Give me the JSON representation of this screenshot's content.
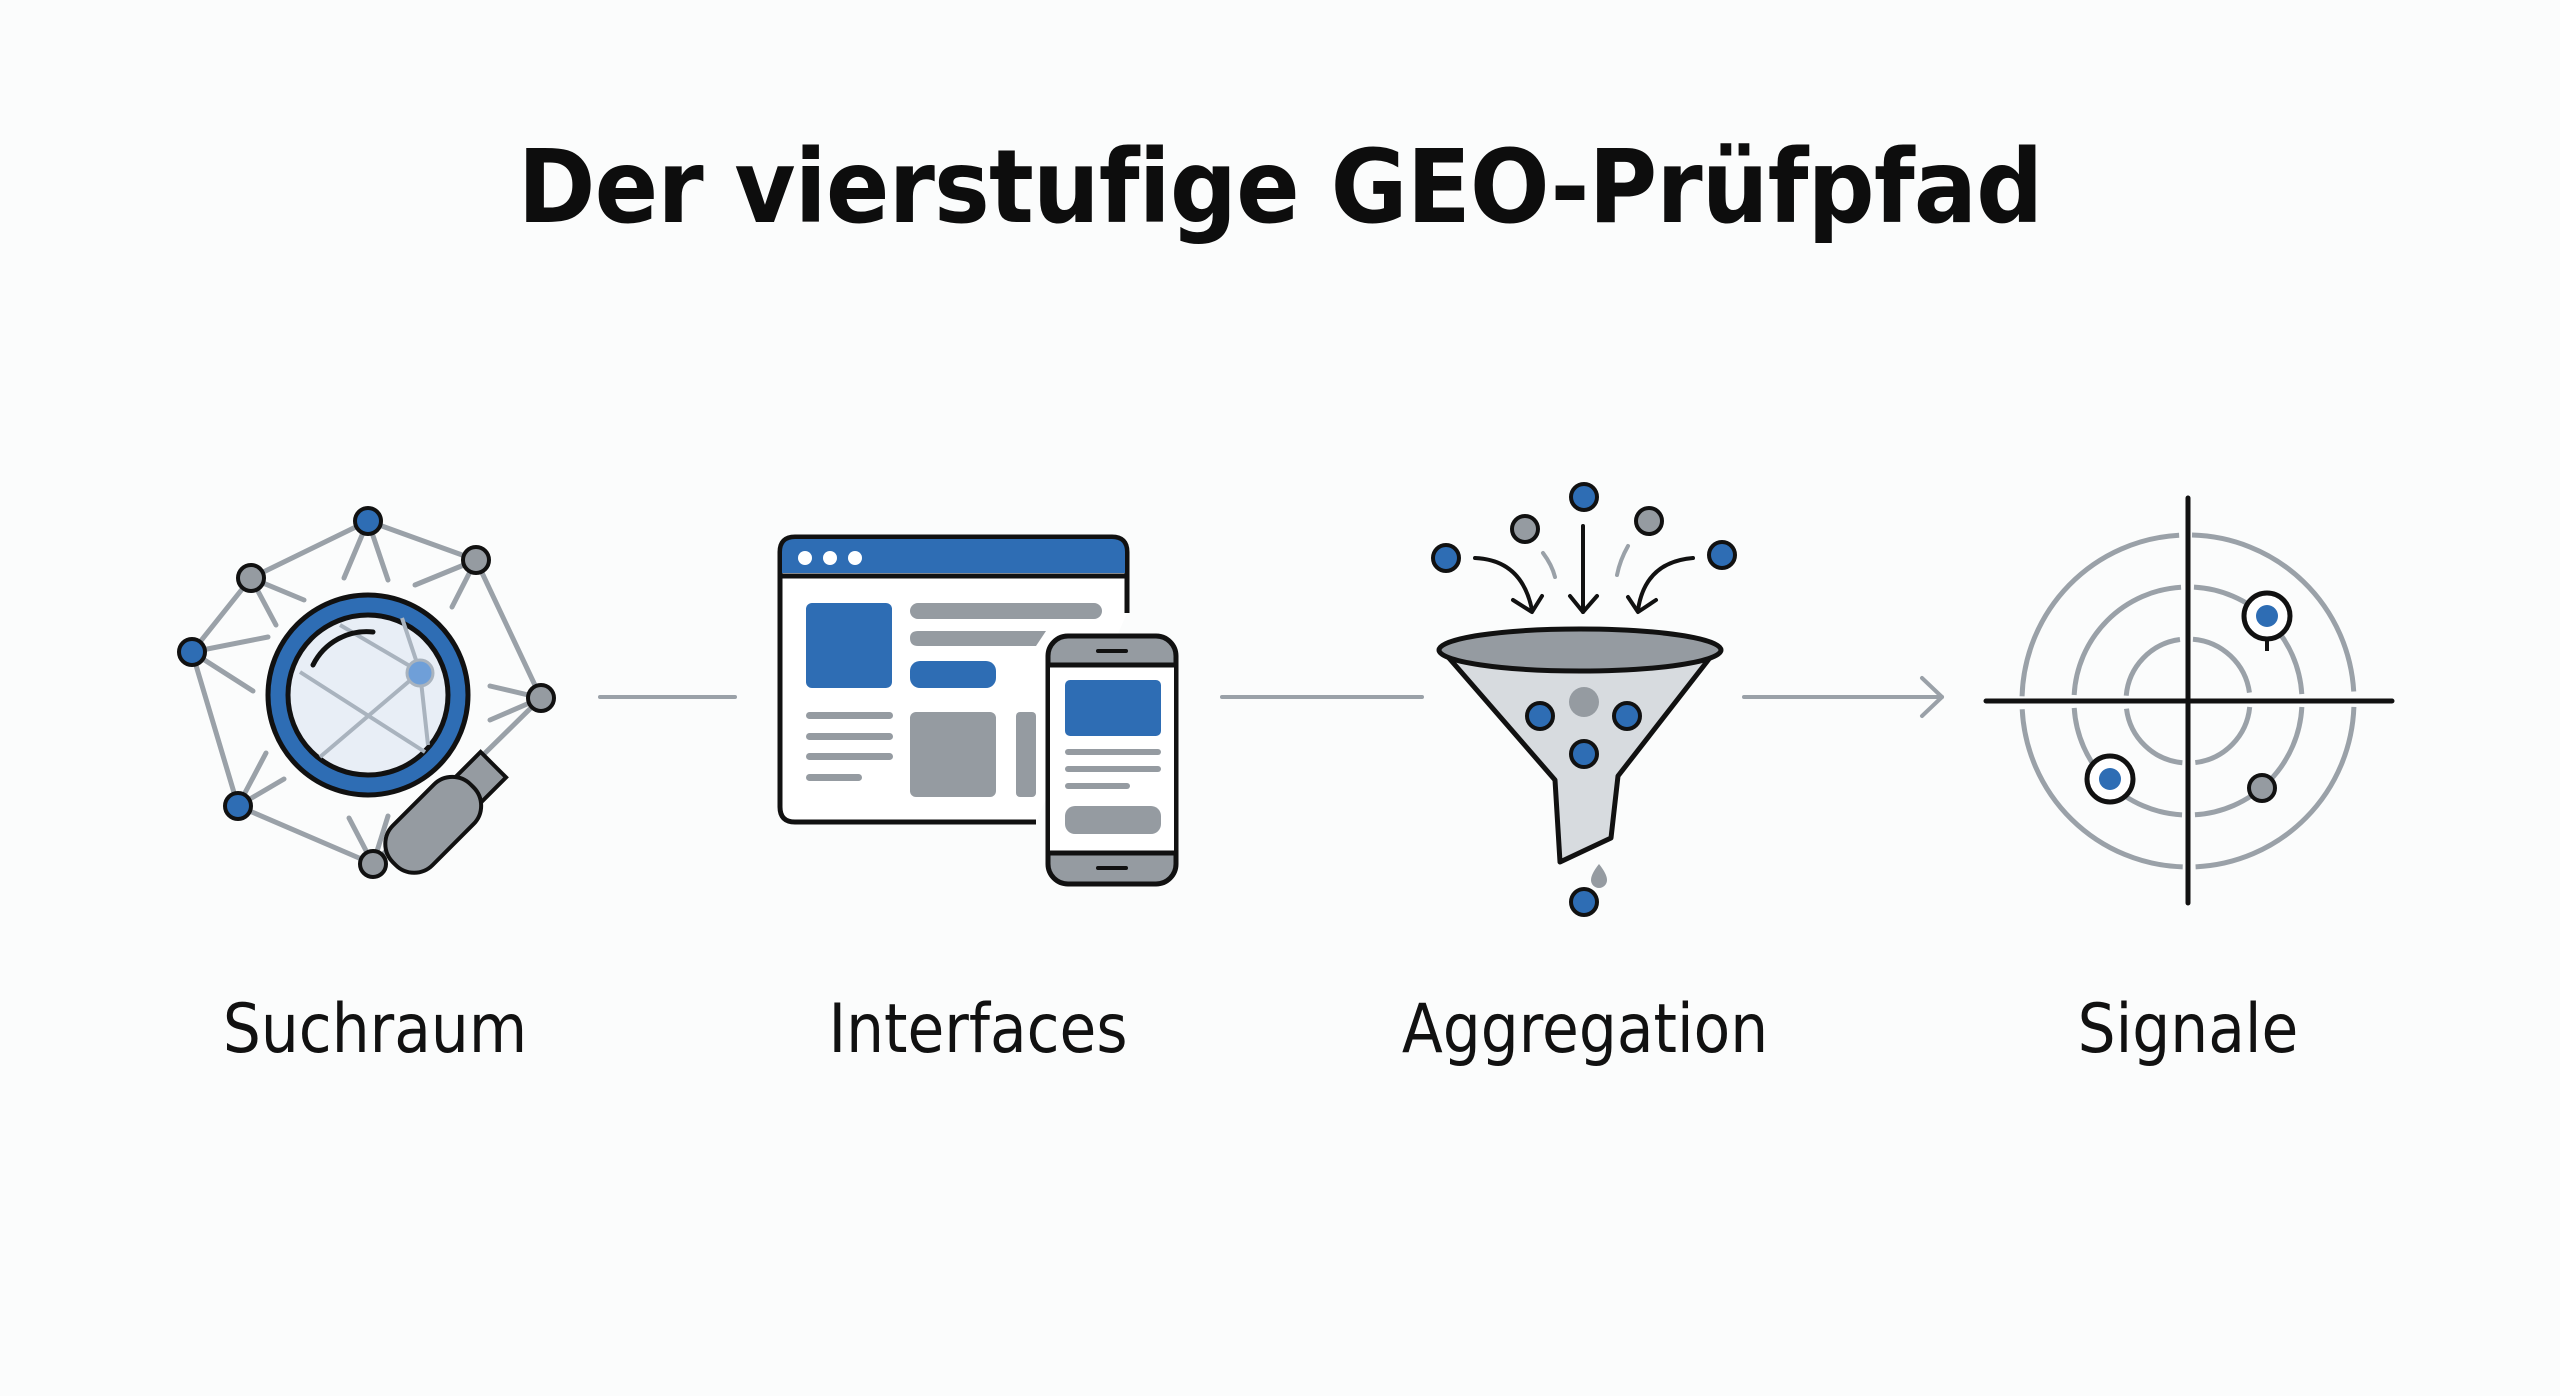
{
  "title": "Der vierstufige GEO-Prüfpfad",
  "colors": {
    "accent_blue": "#2e6db4",
    "light_blue": "#6f9fd8",
    "gray": "#959ba1",
    "light_gray_fill": "#d7dbdf",
    "outline": "#111111",
    "background": "#fbfcfc",
    "connector": "#9aa1a8"
  },
  "steps": [
    {
      "label": "Suchraum",
      "icon": "magnifier-network-icon"
    },
    {
      "label": "Interfaces",
      "icon": "browser-mobile-icon"
    },
    {
      "label": "Aggregation",
      "icon": "funnel-icon"
    },
    {
      "label": "Signale",
      "icon": "radar-target-icon"
    }
  ],
  "connectors": [
    {
      "from": "Suchraum",
      "to": "Interfaces",
      "style": "line"
    },
    {
      "from": "Interfaces",
      "to": "Aggregation",
      "style": "line"
    },
    {
      "from": "Aggregation",
      "to": "Signale",
      "style": "arrow"
    }
  ]
}
